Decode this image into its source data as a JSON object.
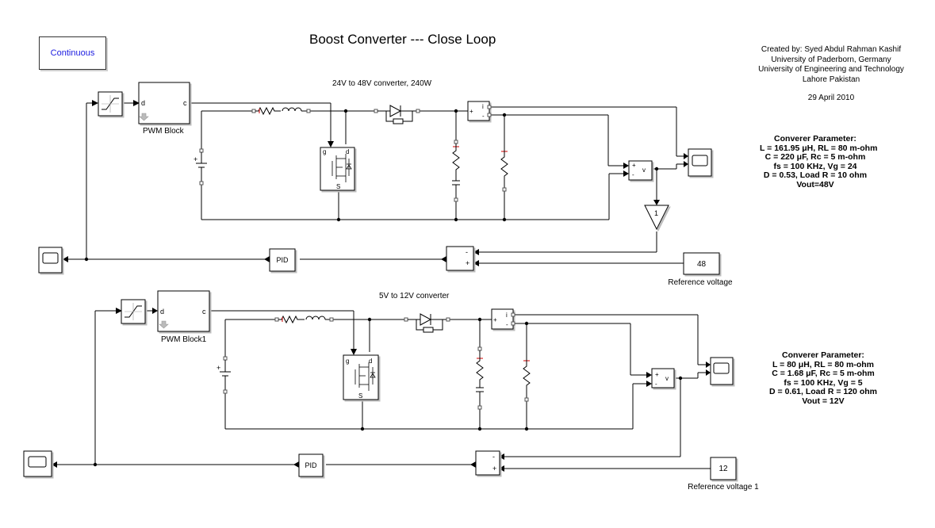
{
  "title": "Boost Converter  --- Close Loop",
  "powergui": "Continuous",
  "credits": {
    "line1": "Created by: Syed Abdul Rahman Kashif",
    "line2": "University of Paderborn, Germany",
    "line3": "University of Engineering and Technology",
    "line4": "Lahore Pakistan",
    "date": "29 April 2010"
  },
  "circuit1": {
    "note": "24V to 48V converter, 240W",
    "pwm_label": "PWM Block",
    "pwm_port_in": "d",
    "pwm_port_out": "c",
    "pid_label": "PID",
    "gain_value": "1",
    "ref_value": "48",
    "ref_label": "Reference voltage",
    "params": {
      "title": "Converer Parameter:",
      "l1": "L = 161.95 μH, RL = 80 m-ohm",
      "l2": "C = 220 μF, Rc = 5 m-ohm",
      "l3": "fs = 100 KHz, Vg = 24",
      "l4": "D = 0.53, Load R = 10 ohm",
      "l5": "Vout=48V"
    }
  },
  "circuit2": {
    "note": "5V to 12V converter",
    "pwm_label": "PWM Block1",
    "pwm_port_in": "d",
    "pwm_port_out": "c",
    "pid_label": "PID",
    "ref_value": "12",
    "ref_label": "Reference voltage 1",
    "params": {
      "title": "Converer Parameter:",
      "l1": "L = 80 μH, RL = 80 m-ohm",
      "l2": "C = 1.68 μF, Rc = 5 m-ohm",
      "l3": "fs = 100 KHz, Vg = 5",
      "l4": "D = 0.61, Load R = 120 ohm",
      "l5": "Vout = 12V"
    }
  },
  "port_labels": {
    "plus": "+",
    "minus": "-",
    "i": "i",
    "v": "v",
    "g": "g",
    "d": "d",
    "s": "S"
  },
  "colors": {
    "wire": "#000000",
    "port_red": "#d00000",
    "powergui_text": "#1a1ae0"
  }
}
